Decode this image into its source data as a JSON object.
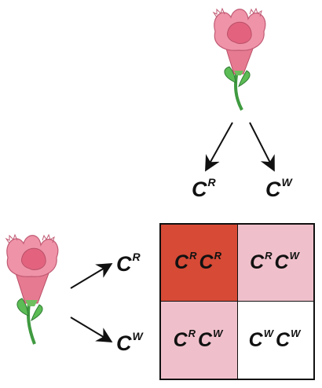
{
  "allele_red": {
    "base": "C",
    "sup": "R"
  },
  "allele_white": {
    "base": "C",
    "sup": "W"
  },
  "top_gametes": [
    {
      "base": "C",
      "sup": "R"
    },
    {
      "base": "C",
      "sup": "W"
    }
  ],
  "left_gametes": [
    {
      "base": "C",
      "sup": "R"
    },
    {
      "base": "C",
      "sup": "W"
    }
  ],
  "punnett": {
    "cells": [
      {
        "a": "C",
        "a_sup": "R",
        "b": "C",
        "b_sup": "R",
        "color": "#d64a36"
      },
      {
        "a": "C",
        "a_sup": "R",
        "b": "C",
        "b_sup": "W",
        "color": "#efc0cb"
      },
      {
        "a": "C",
        "a_sup": "R",
        "b": "C",
        "b_sup": "W",
        "color": "#efc0cb"
      },
      {
        "a": "C",
        "a_sup": "W",
        "b": "C",
        "b_sup": "W",
        "color": "#ffffff"
      }
    ]
  },
  "colors": {
    "red_homozygous": "#d64a36",
    "pink_heterozygous": "#efc0cb",
    "white_homozygous": "#ffffff",
    "flower_petal": "#e8708a",
    "flower_stem": "#4cab4a"
  },
  "icons": [
    "pink-snapdragon-flower-icon",
    "pink-snapdragon-flower-icon"
  ]
}
